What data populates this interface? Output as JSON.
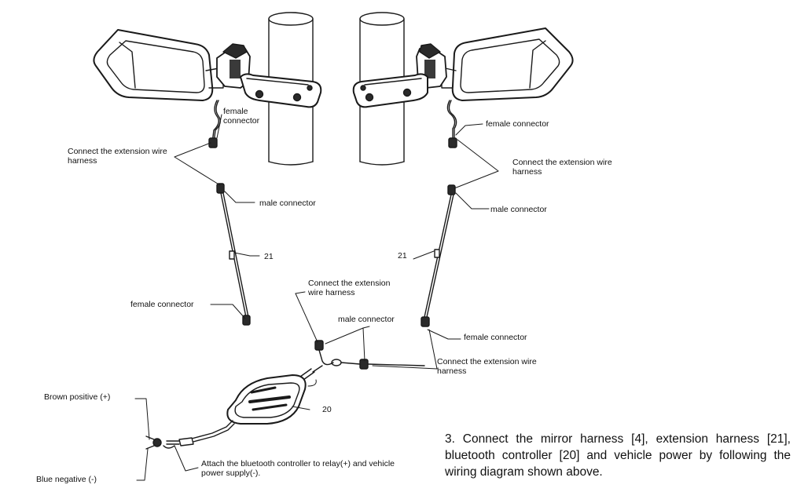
{
  "labels": {
    "female_connector_left_top": "female connector",
    "connect_ext_left_top": "Connect the extension wire harness",
    "male_connector_left": "male connector",
    "ref_21_left": "21",
    "female_connector_left_bottom": "female connector",
    "connect_ext_center": "Connect the extension wire harness",
    "male_connector_center": "male connector",
    "female_connector_right_top": "female connector",
    "connect_ext_right_top": "Connect the extension wire harness",
    "male_connector_right": "male connector",
    "ref_21_right": "21",
    "female_connector_right_bottom": "female connector",
    "connect_ext_right_bottom": "Connect the extension wire harness",
    "ref_20": "20",
    "brown_positive": "Brown positive (+)",
    "blue_negative": "Blue negative (-)",
    "attach_controller": "Attach the bluetooth controller to relay(+) and vehicle power supply(-)."
  },
  "caption": "3. Connect the mirror harness [4], extension harness [21], bluetooth controller [20] and vehicle power by following the wiring diagram shown above."
}
